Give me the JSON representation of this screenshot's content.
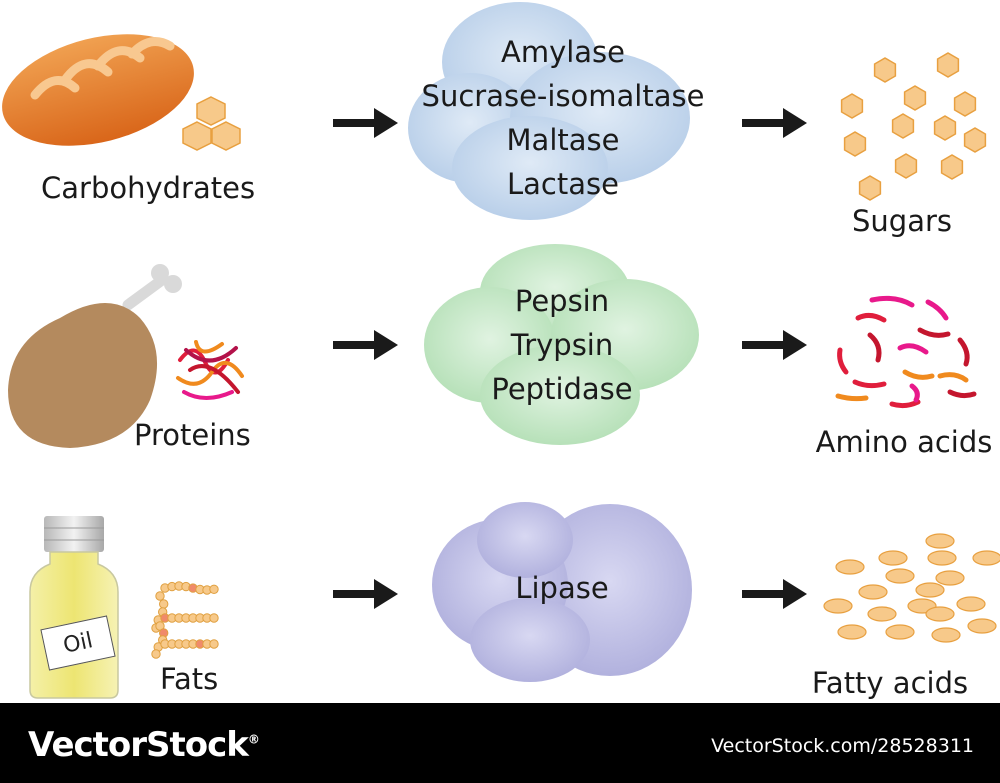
{
  "rows": [
    {
      "id": "carbohydrates",
      "source_label": "Carbohydrates",
      "enzymes": [
        "Amylase",
        "Sucrase-isomaltase",
        "Maltase",
        "Lactase"
      ],
      "product_label": "Sugars",
      "enzyme_color": "#c5d9ee"
    },
    {
      "id": "proteins",
      "source_label": "Proteins",
      "enzymes": [
        "Pepsin",
        "Trypsin",
        "Peptidase"
      ],
      "product_label": "Amino acids",
      "enzyme_color": "#c8e8c9"
    },
    {
      "id": "fats",
      "source_label": "Fats",
      "enzymes": [
        "Lipase"
      ],
      "product_label": "Fatty acids",
      "enzyme_color": "#c0c0e6"
    }
  ],
  "oil_bottle_label": "Oil",
  "footer": {
    "brand": "VectorStock",
    "brand_mark": "®",
    "reference": "VectorStock.com/28528311"
  },
  "colors": {
    "arrow": "#1a1a1a",
    "sugar": "#f7c98a",
    "bread": "#e07a22",
    "meat": "#b48a5e",
    "oil": "#f2ec8c",
    "fatty_acid": "#f7c98a",
    "amino_acid_red": "#e01e3c",
    "amino_acid_magenta": "#e8198b",
    "amino_acid_orange": "#f08a1e"
  }
}
